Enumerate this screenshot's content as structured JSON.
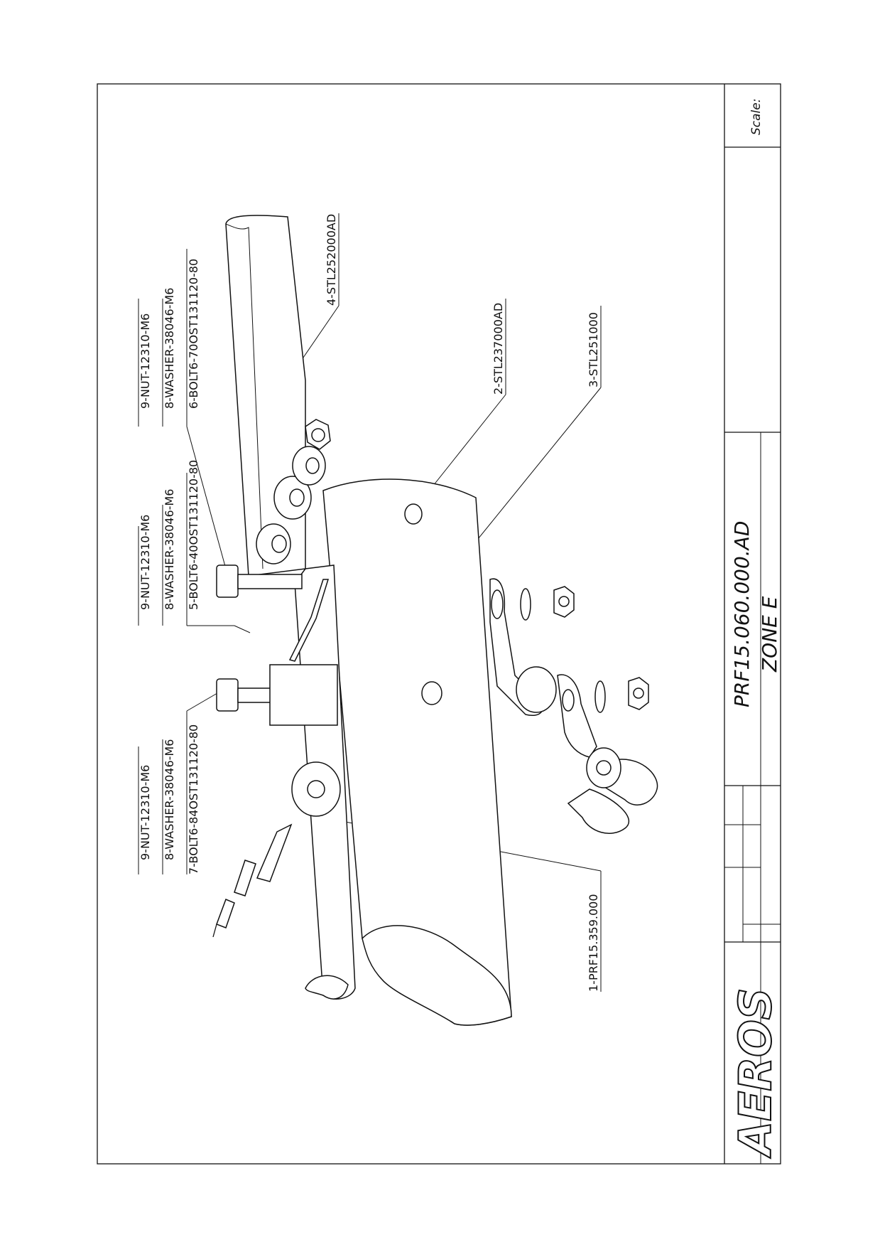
{
  "labels": {
    "group_a": {
      "nut": "9-NUT-12310-M6",
      "washer": "8-WASHER-38046-M6",
      "bolt": "6-BOLT6-70OST131120-80"
    },
    "group_b": {
      "nut": "9-NUT-12310-M6",
      "washer": "8-WASHER-38046-M6",
      "bolt": "5-BOLT6-40OST131120-80"
    },
    "group_c": {
      "nut": "9-NUT-12310-M6",
      "washer": "8-WASHER-38046-M6",
      "bolt": "7-BOLT6-84OST131120-80"
    },
    "part_4": "4-STL252000AD",
    "part_2": "2-STL237000AD",
    "part_3": "3-STL251000",
    "part_1": "1-PRF15.359.000"
  },
  "title_block": {
    "scale_label": "Scale:",
    "drawing_number": "PRF15.060.000.AD",
    "zone": "ZONE E",
    "logo": "AEROS"
  }
}
